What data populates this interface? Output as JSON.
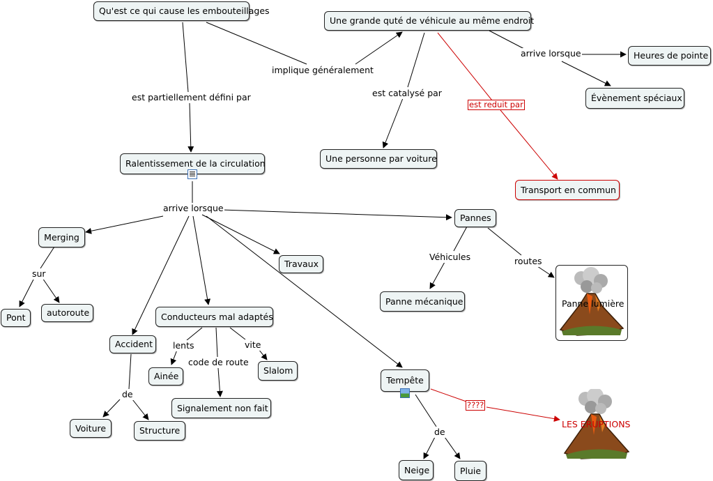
{
  "nodes": {
    "main": "Qu'est ce qui cause les embouteillages",
    "quantite": "Une grande quté de véhicule au même endroit",
    "heures": "Heures de pointe",
    "evenement": "Évènement spéciaux",
    "personne": "Une personne par voiture",
    "transport": "Transport en commun",
    "ralentissement": "Ralentissement de la circulation",
    "merging": "Merging",
    "pont": "Pont",
    "autoroute": "autoroute",
    "travaux": "Travaux",
    "pannes": "Pannes",
    "panne_mecanique": "Panne mécanique",
    "panne_lumiere": "Panne lumière",
    "conducteurs": "Conducteurs mal adaptés",
    "accident": "Accident",
    "ainee": "Ainée",
    "slalom": "Slalom",
    "signalement": "Signalement non fait",
    "voiture": "Voiture",
    "structure": "Structure",
    "tempete": "Tempête",
    "neige": "Neige",
    "pluie": "Pluie",
    "eruptions": "LES ERUPTIONS"
  },
  "links": {
    "implique": "implique généralement",
    "partiellement": "est partiellement défini par",
    "arrive1": "arrive lorsque",
    "catalyse": "est catalysé par",
    "reduit": "est reduit par",
    "arrive2": "arrive lorsque",
    "sur": "sur",
    "vehicules": "Véhicules",
    "routes": "routes",
    "lents": "lents",
    "vite": "vite",
    "code": "code de route",
    "de1": "de",
    "de2": "de",
    "question": "????"
  },
  "icons": {
    "doc": "document-icon",
    "picture": "picture-icon",
    "volcano": "volcano-icon"
  },
  "colors": {
    "red_link": "#cc0000",
    "node_bg": "#eef4f4"
  }
}
